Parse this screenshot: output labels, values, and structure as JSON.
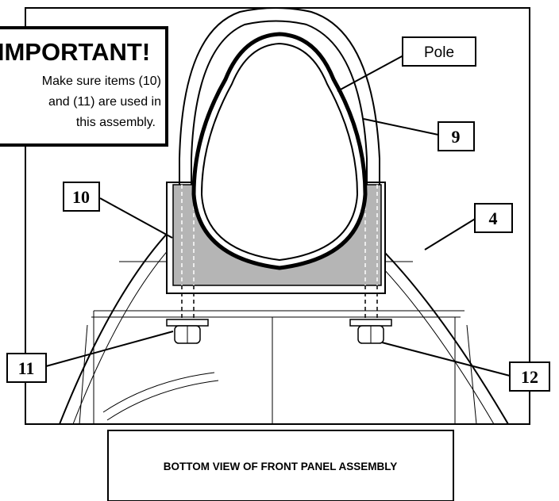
{
  "callout": {
    "title": "IMPORTANT!",
    "line1": "Make sure items (10)",
    "line2": "and (11) are used in",
    "line3": "this assembly."
  },
  "labels": {
    "pole": "Pole",
    "item9": "9",
    "item4": "4",
    "item10": "10",
    "item11": "11",
    "item12": "12"
  },
  "caption": "BOTTOM VIEW OF FRONT PANEL ASSEMBLY"
}
